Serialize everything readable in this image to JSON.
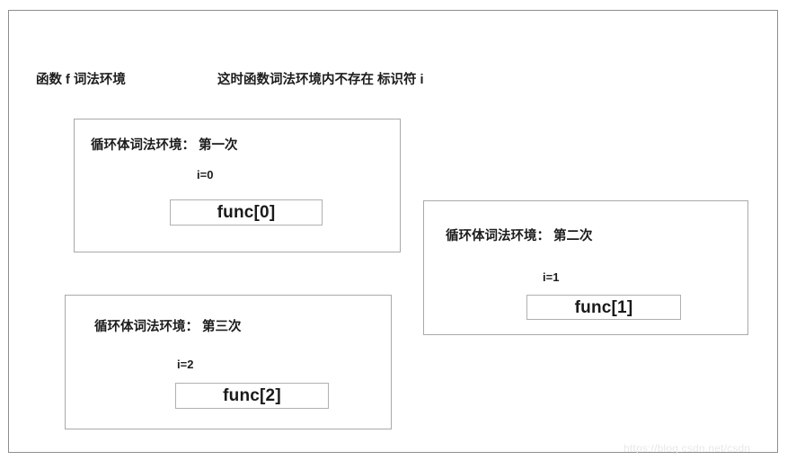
{
  "diagram": {
    "type": "lexical-environment-nesting",
    "outer_frame": {
      "name": "function-f-lexical-environment",
      "label": "函数 f 词法环境",
      "note": "这时函数词法环境内不存在 标识符 i"
    },
    "blocks": [
      {
        "id": "block-1",
        "title": "循环体词法环境： 第一次",
        "variable": "i=0",
        "func_label": "func[0]"
      },
      {
        "id": "block-2",
        "title": "循环体词法环境： 第二次",
        "variable": "i=1",
        "func_label": "func[1]"
      },
      {
        "id": "block-3",
        "title": "循环体词法环境： 第三次",
        "variable": "i=2",
        "func_label": "func[2]"
      }
    ],
    "watermark": "https://blog.csdn.net/csdn",
    "colors": {
      "background": "#ffffff",
      "outer_border": "#8e8e8e",
      "block_border": "#a9a9a9",
      "func_border": "#b0b0b0",
      "text": "#1c1c1c",
      "watermark": "#e8e8e8"
    }
  }
}
